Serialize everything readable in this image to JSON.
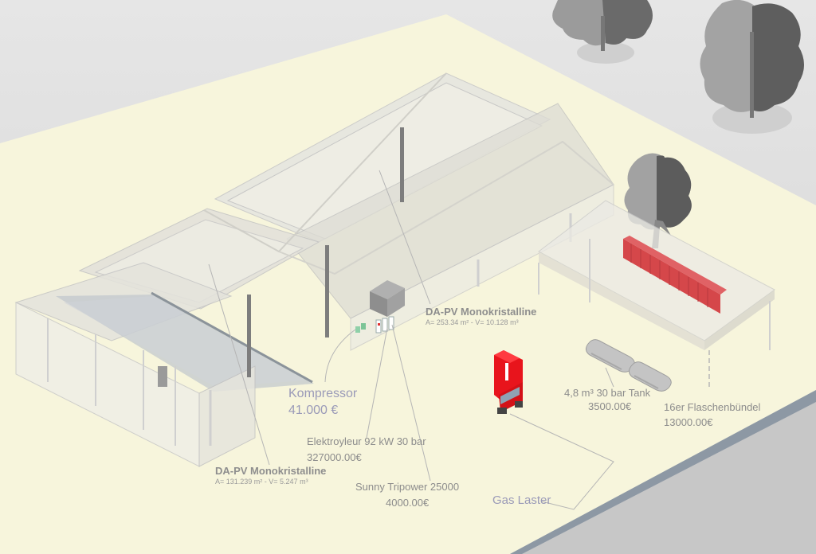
{
  "labels": {
    "pv_top": {
      "title": "DA-PV Monokristalline",
      "specs": "A= 253.34 m² - V= 10.128 m³"
    },
    "pv_bottom": {
      "title": "DA-PV Monokristalline",
      "specs": "A= 131.239 m² - V= 5.247 m³"
    },
    "kompressor": {
      "name": "Kompressor",
      "price": "41.000 €"
    },
    "elektrolyseur": {
      "name": "Elektroyleur 92 kW 30 bar",
      "price": "327000.00€"
    },
    "inverter": {
      "name": "Sunny Tripower 25000",
      "price": "4000.00€"
    },
    "truck": {
      "name": "Gas Laster"
    },
    "tank": {
      "name": "4,8 m³ 30 bar Tank",
      "price": "3500.00€"
    },
    "bundle": {
      "name": "16er Flaschenbündel",
      "price": "13000.00€"
    }
  },
  "colors": {
    "ground": "#f7f5dc",
    "road": "#c9c9c9",
    "curb": "#8a97a3",
    "truck": "#e8141c",
    "bottles": "#d8474a",
    "tree_light": "#9b9b9b",
    "tree_dark": "#5f5f5f"
  }
}
